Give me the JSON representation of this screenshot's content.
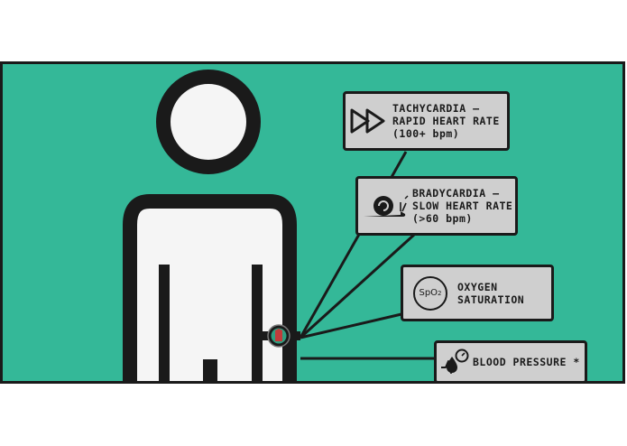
{
  "colors": {
    "background": "#34b898",
    "card": "#cfcfcf",
    "outline": "#1a1a1a",
    "figure": "#f5f5f5",
    "watch_face": "#c23b3b"
  },
  "icons": {
    "tachycardia": "fast-forward-icon",
    "bradycardia": "snail-icon",
    "oxygen": "spo2-icon",
    "blood_pressure": "gauge-drop-icon"
  },
  "cards": {
    "tachycardia": {
      "lines": [
        "TACHYCARDIA –",
        "RAPID HEART RATE",
        "(100+ bpm)"
      ]
    },
    "bradycardia": {
      "lines": [
        "BRADYCARDIA –",
        "SLOW HEART RATE",
        "(>60 bpm)"
      ]
    },
    "oxygen": {
      "lines": [
        "OXYGEN",
        "SATURATION"
      ],
      "icon_text": "SpO",
      "icon_sub": "2"
    },
    "blood_pressure": {
      "lines": [
        "BLOOD PRESSURE *"
      ]
    }
  }
}
